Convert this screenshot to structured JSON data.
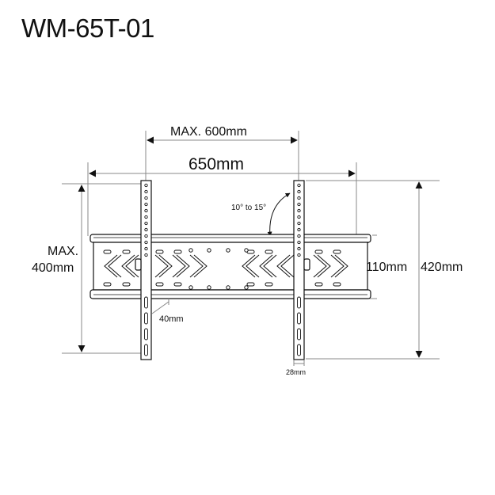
{
  "title": "WM-65T-01",
  "dimensions": {
    "max_vesa_width": "MAX. 600mm",
    "overall_width": "650mm",
    "max_vesa_height_line1": "MAX.",
    "max_vesa_height_line2": "400mm",
    "rail_height": "110mm",
    "overall_height": "420mm",
    "tilt": "10° to 15°",
    "wall_distance": "40mm",
    "arm_width": "28mm"
  },
  "colors": {
    "line": "#111111",
    "dimension_line": "#888888",
    "background": "#ffffff"
  }
}
